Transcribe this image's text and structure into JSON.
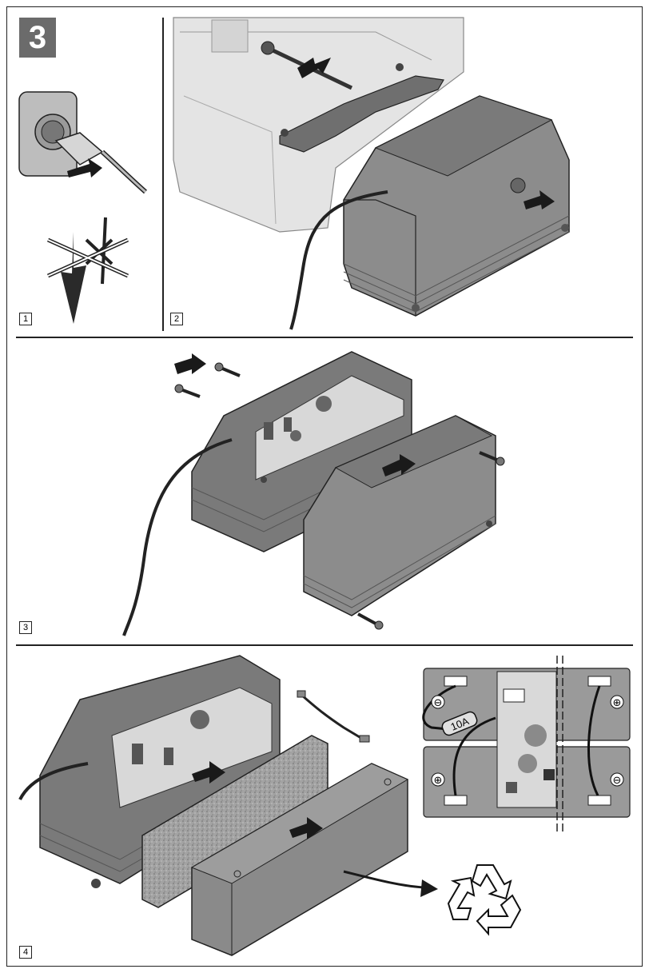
{
  "step_number": "3",
  "panels": [
    {
      "number": "1"
    },
    {
      "number": "2"
    },
    {
      "number": "3"
    },
    {
      "number": "4"
    }
  ],
  "fuse_label": "10A",
  "polarity": {
    "plus": "⊕",
    "minus": "⊖"
  },
  "colors": {
    "housing_dark": "#7a7a7a",
    "housing_mid": "#8c8c8c",
    "housing_light": "#a9a9a9",
    "motor_housing": "#e4e4e4",
    "foam": "#9a9a9a",
    "arrow": "#1a1a1a",
    "badge": "#6b6b6b"
  },
  "icons": [
    "recycling-icon",
    "mains-plug-icon",
    "no-power-icon"
  ]
}
